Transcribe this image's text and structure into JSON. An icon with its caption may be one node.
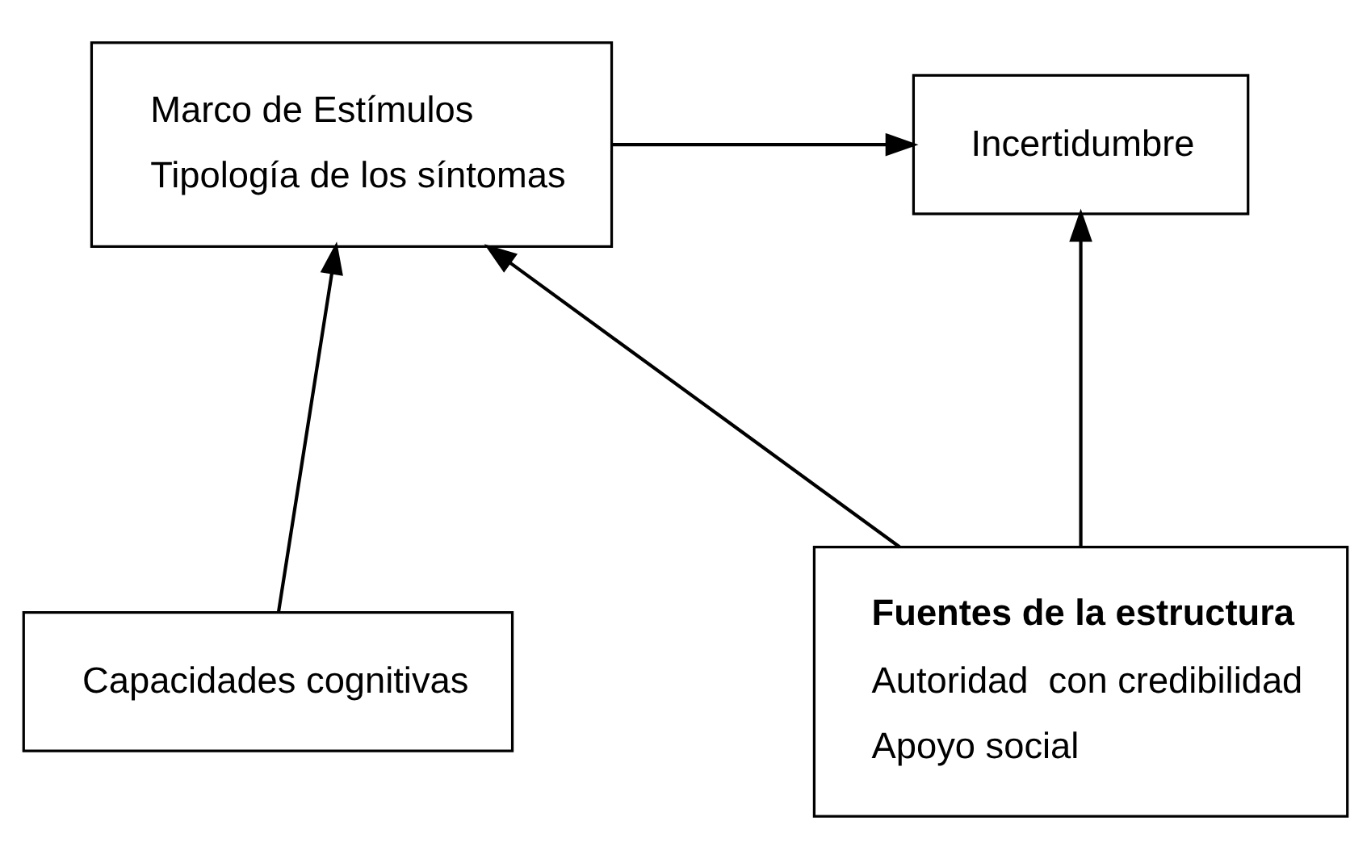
{
  "diagram": {
    "nodes": [
      {
        "text": [
          "Marco de Estímulos",
          "Tipología de los síntomas"
        ]
      },
      {
        "text": [
          "Incertidumbre"
        ]
      },
      {
        "text": [
          "Capacidades cognitivas"
        ]
      },
      {
        "text": [
          "Fuentes de la estructura",
          "Autoridad  con credibilidad",
          "Apoyo social"
        ]
      }
    ],
    "edges": [
      {
        "from": 0,
        "to": 1,
        "arrow": "to"
      },
      {
        "from": 2,
        "to": 0,
        "arrow": "to"
      },
      {
        "from": 3,
        "to": 0,
        "arrow": "to"
      },
      {
        "from": 3,
        "to": 1,
        "arrow": "to"
      }
    ]
  }
}
